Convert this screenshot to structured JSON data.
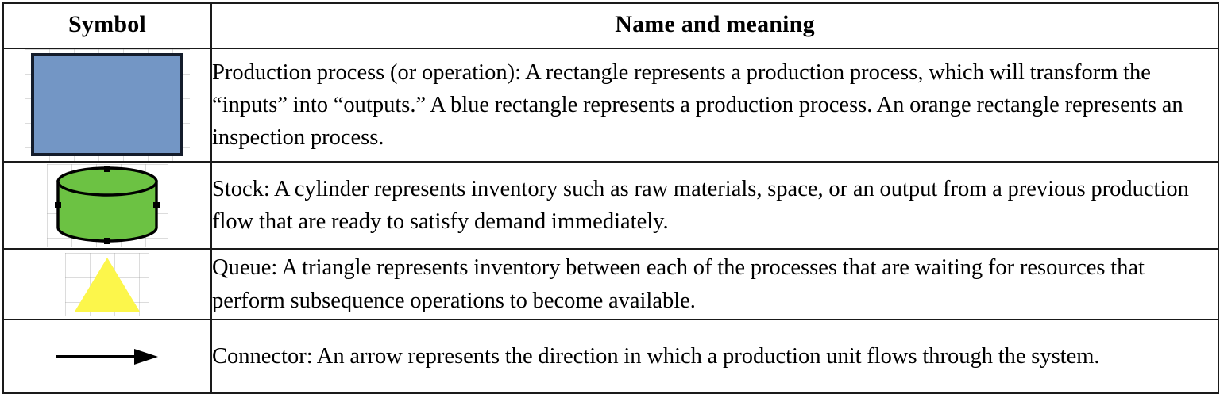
{
  "table": {
    "columns": [
      {
        "key": "symbol",
        "header": "Symbol"
      },
      {
        "key": "meaning",
        "header": "Name and meaning"
      }
    ],
    "rows": [
      {
        "symbol_name": "blue-rectangle",
        "symbol_label": "Rectangle",
        "symbol_color": "#7396c5",
        "symbol_border_color": "#141c2b",
        "description": "Production process (or operation): A rectangle represents a production process, which will transform the “inputs” into “outputs.” A blue rectangle represents a production process. An orange rectangle represents an inspection process."
      },
      {
        "symbol_name": "green-cylinder",
        "symbol_label": "Cylinder",
        "symbol_color": "#6cc243",
        "symbol_border_color": "#000000",
        "description": "Stock: A cylinder represents inventory such as raw materials, space, or an output from a previous production flow that are ready to satisfy demand immediately."
      },
      {
        "symbol_name": "yellow-triangle",
        "symbol_label": "Triangle",
        "symbol_color": "#fcf64b",
        "symbol_border_color": "none",
        "description": "Queue: A triangle represents inventory between each of the processes that are waiting for resources that perform subsequence operations to become available."
      },
      {
        "symbol_name": "black-arrow",
        "symbol_label": "Arrow",
        "symbol_color": "#000000",
        "symbol_border_color": "#000000",
        "description": "Connector: An arrow represents the direction in which a production unit flows through the system."
      }
    ]
  }
}
